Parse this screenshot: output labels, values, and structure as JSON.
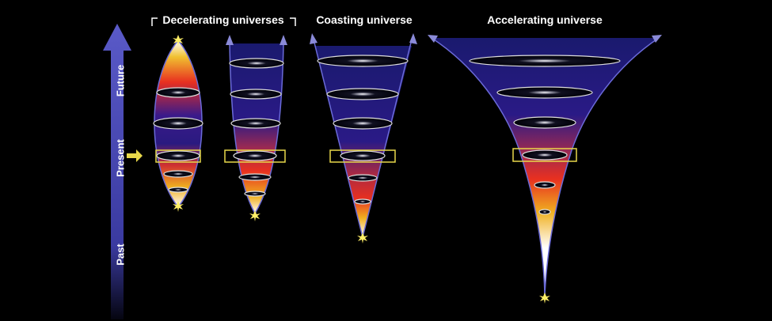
{
  "titles": {
    "decelerating": "Decelerating universes",
    "coasting": "Coasting universe",
    "accelerating": "Accelerating universe"
  },
  "time_axis": {
    "future": "Future",
    "present": "Present",
    "past": "Past"
  },
  "colors": {
    "background": "#000000",
    "axis_arrow": "#4a4ab0",
    "outline": "#6a6ad8",
    "present_marker": "#e8d84a",
    "gradient_top": "#1a1a6e",
    "gradient_mid": "#e8302a",
    "gradient_warm": "#f0b020",
    "gradient_hot": "#ffffff"
  },
  "icons": {
    "big_bang": "starburst-icon",
    "present_pointer": "yellow-arrow-icon",
    "galaxy_slice": "galaxy-disk-icon"
  }
}
